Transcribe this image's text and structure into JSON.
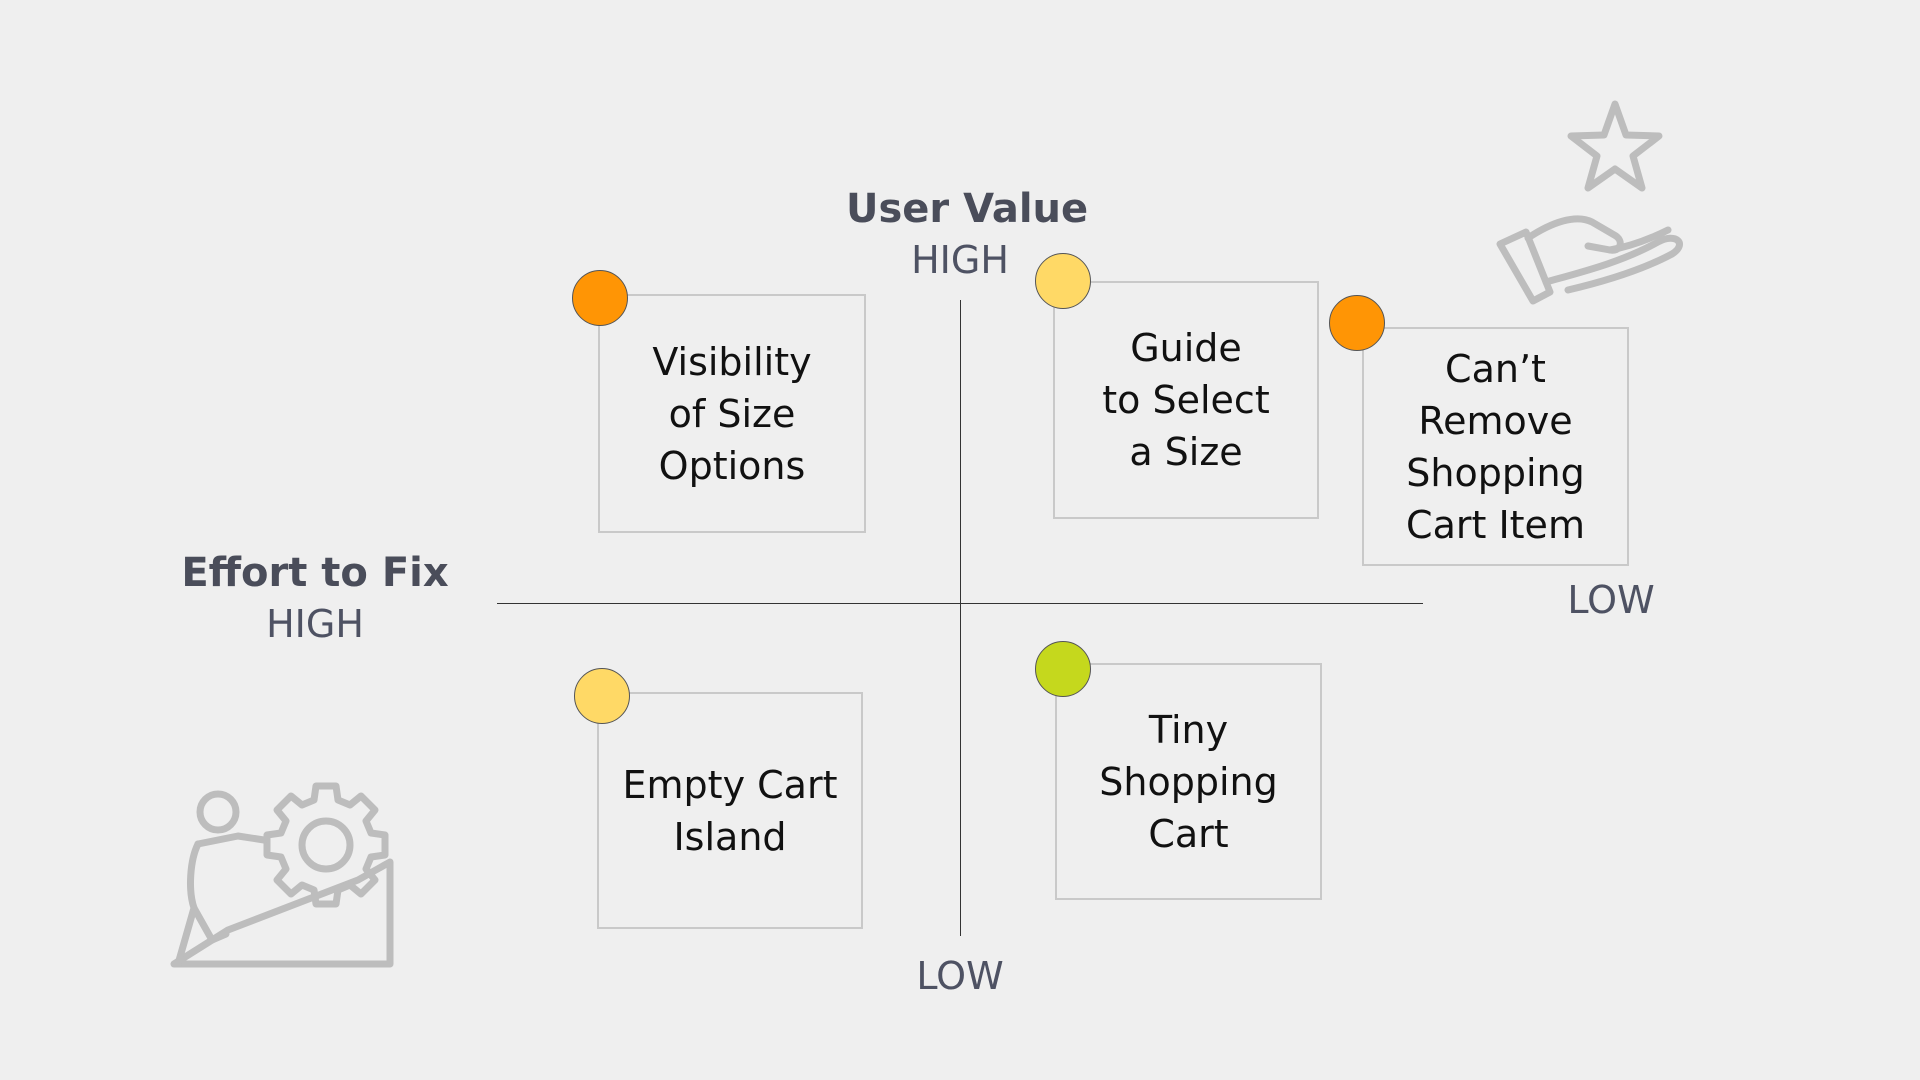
{
  "colors": {
    "background": "#efefef",
    "high_priority": "#ff9505",
    "medium_priority": "#ffd966",
    "quick_win": "#c5d81d",
    "card_border": "#c9c9c9",
    "axis_text": "#4e5263",
    "icon_gray": "#bdbdbd"
  },
  "y_axis": {
    "title": "User Value",
    "high_label": "HIGH",
    "low_label": "LOW"
  },
  "x_axis": {
    "title": "Effort to Fix",
    "high_label": "HIGH",
    "low_label": "LOW"
  },
  "cards": [
    {
      "text": "Visibility\nof Size\nOptions",
      "quadrant": "high-value-high-effort",
      "dot_color": "#ff9505"
    },
    {
      "text": "Guide\nto Select\na Size",
      "quadrant": "high-value-low-effort",
      "dot_color": "#ffd966"
    },
    {
      "text": "Can’t\nRemove\nShopping\nCart Item",
      "quadrant": "high-value-low-effort",
      "dot_color": "#ff9505"
    },
    {
      "text": "Empty Cart\nIsland",
      "quadrant": "low-value-high-effort",
      "dot_color": "#ffd966"
    },
    {
      "text": "Tiny\nShopping\nCart",
      "quadrant": "low-value-low-effort",
      "dot_color": "#c5d81d"
    }
  ],
  "icons": {
    "top_right": "hand-offering-star-icon",
    "bottom_left": "person-pushing-gear-icon"
  }
}
